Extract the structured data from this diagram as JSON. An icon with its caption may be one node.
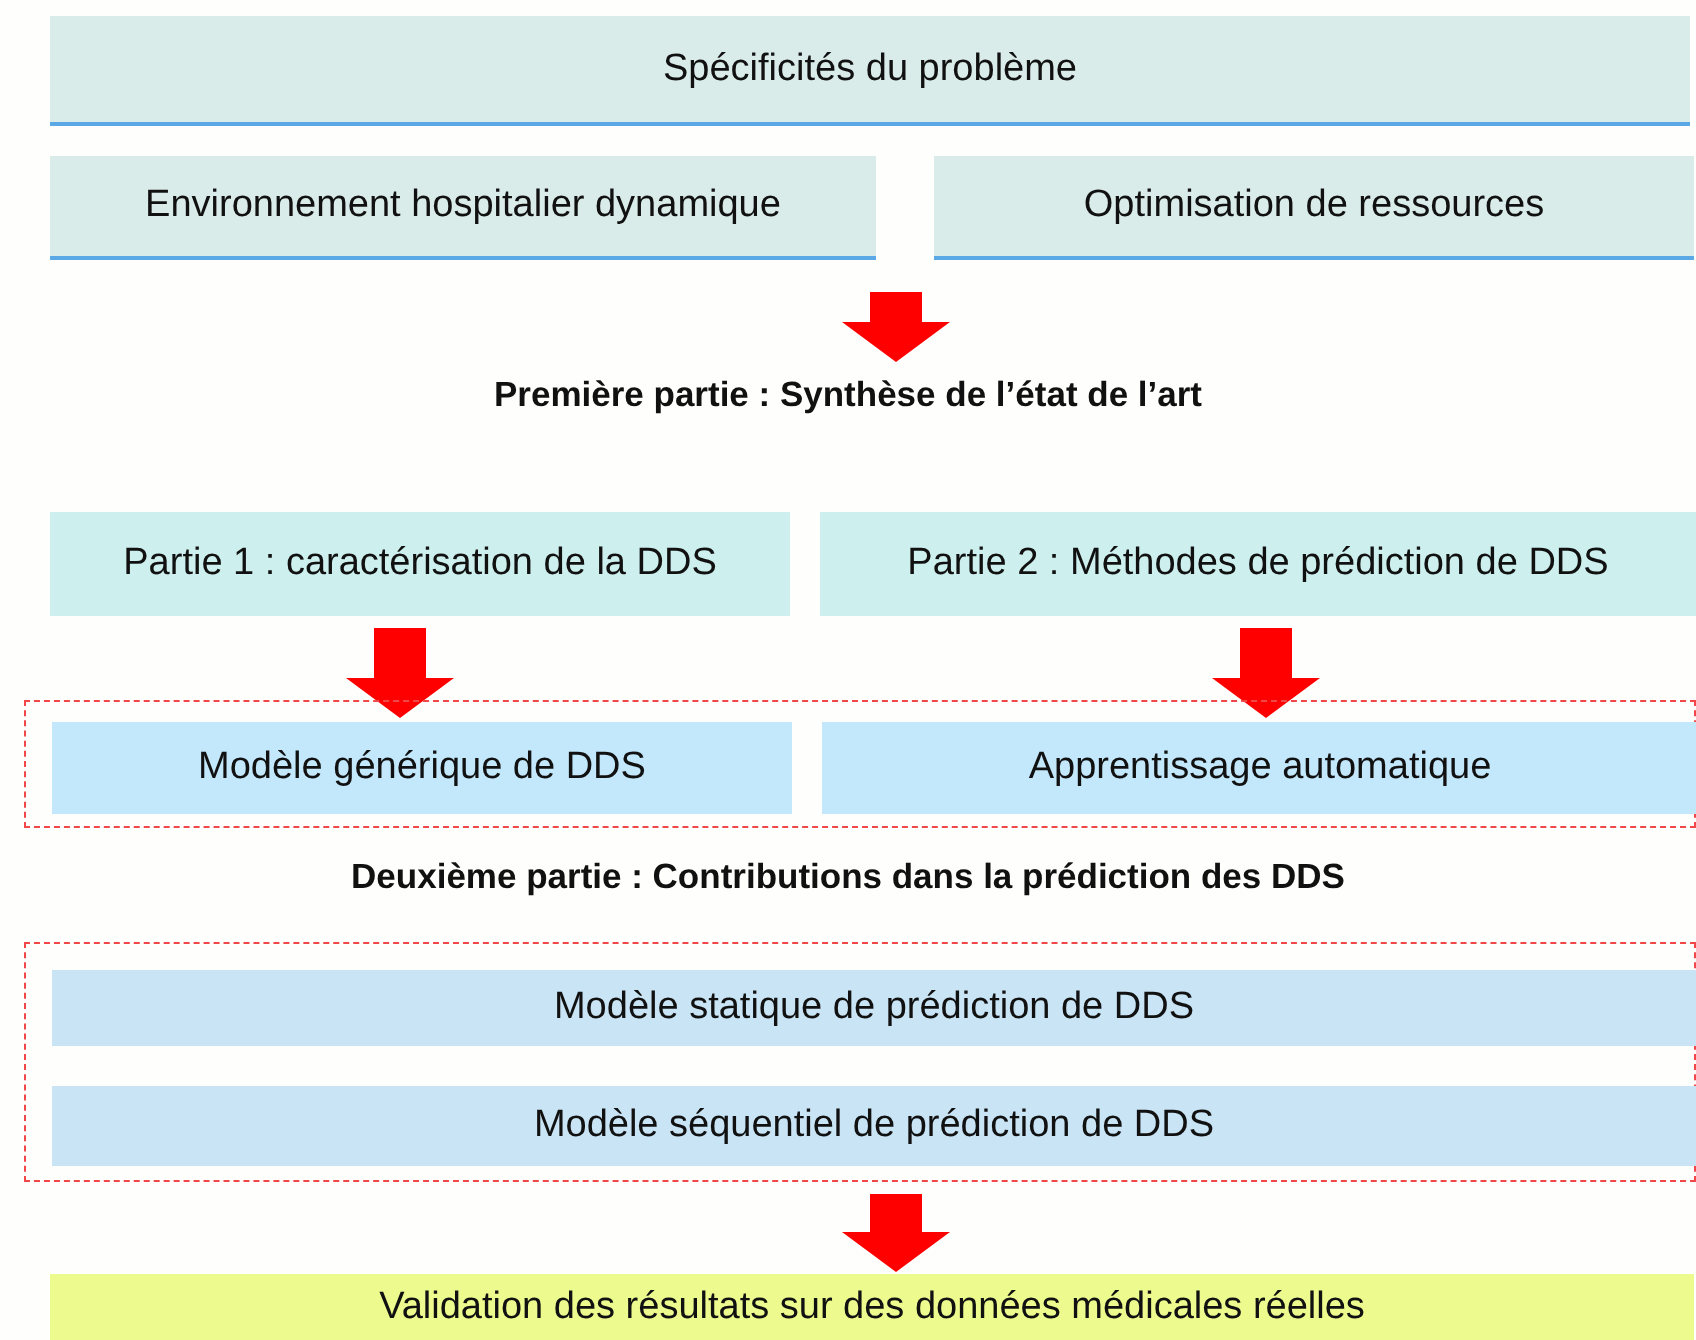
{
  "diagram": {
    "nodes": [
      {
        "text": [
          "Spécificités du problème"
        ]
      },
      {
        "text": [
          "Environnement hospitalier dynamique"
        ]
      },
      {
        "text": [
          "Optimisation de ressources"
        ]
      },
      {
        "text": [
          "Première partie : Synthèse de l’état de l’art"
        ]
      },
      {
        "text": [
          "Partie 1 : caractérisation de la DDS"
        ]
      },
      {
        "text": [
          "Partie 2 : Méthodes de prédiction de DDS"
        ]
      },
      {
        "text": [],
        "shape": "box"
      },
      {
        "text": [
          "Modèle générique de DDS"
        ],
        "in": 6
      },
      {
        "text": [
          "Apprentissage automatique"
        ],
        "in": 6
      },
      {
        "text": [
          "Deuxième partie : Contributions dans la prédiction des DDS"
        ]
      },
      {
        "text": [],
        "shape": "box"
      },
      {
        "text": [
          "Modèle statique de prédiction de DDS"
        ],
        "in": 10
      },
      {
        "text": [
          "Modèle séquentiel de prédiction de DDS"
        ],
        "in": 10
      },
      {
        "text": [
          "Validation des résultats sur des données médicales réelles"
        ]
      }
    ],
    "edges": [
      {
        "from": null,
        "to": 3,
        "arrow": "to",
        "color": "#ff0000"
      },
      {
        "from": 4,
        "to": 7,
        "arrow": "to",
        "color": "#ff0000"
      },
      {
        "from": 5,
        "to": 8,
        "arrow": "to",
        "color": "#ff0000"
      },
      {
        "from": 10,
        "to": 13,
        "arrow": "to",
        "color": "#ff0000"
      }
    ]
  }
}
